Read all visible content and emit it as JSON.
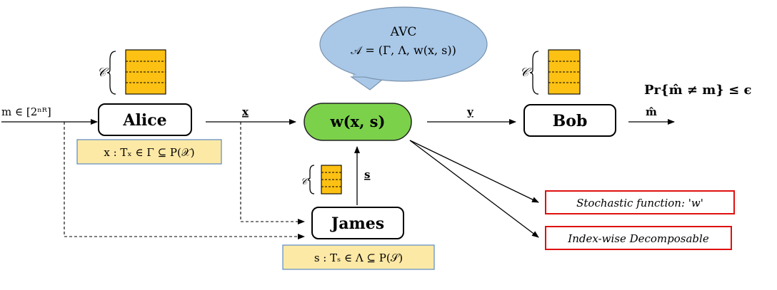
{
  "bubble": {
    "line1": "AVC",
    "line2": "𝒜 = (Γ, Λ, w(x, s))",
    "color": "#a9c8e8"
  },
  "codebook_symbol": "𝒞",
  "input_msg": "m ∈ [2ⁿᴿ]",
  "alice": {
    "label": "Alice",
    "constraint": "x : Tₓ ∈ Γ ⊆ P(𝒳)"
  },
  "channel": {
    "label": "w(x, s)",
    "color": "#7bd14a"
  },
  "bob": {
    "label": "Bob"
  },
  "james": {
    "label": "James",
    "constraint": "s : Tₛ ∈ Λ ⊆ P(𝒮)"
  },
  "edge_labels": {
    "x": "x",
    "y": "y",
    "s": "s",
    "mhat": "m̂"
  },
  "error_prob": "Pr{m̂ ≠ m} ≤ ϵ",
  "notes": [
    {
      "text": "Stochastic function: 'w'"
    },
    {
      "text": "Index-wise Decomposable"
    }
  ],
  "colors": {
    "codebook": "#fdc113",
    "constraint_box": "#fde9a6",
    "note_border": "#e01010"
  }
}
